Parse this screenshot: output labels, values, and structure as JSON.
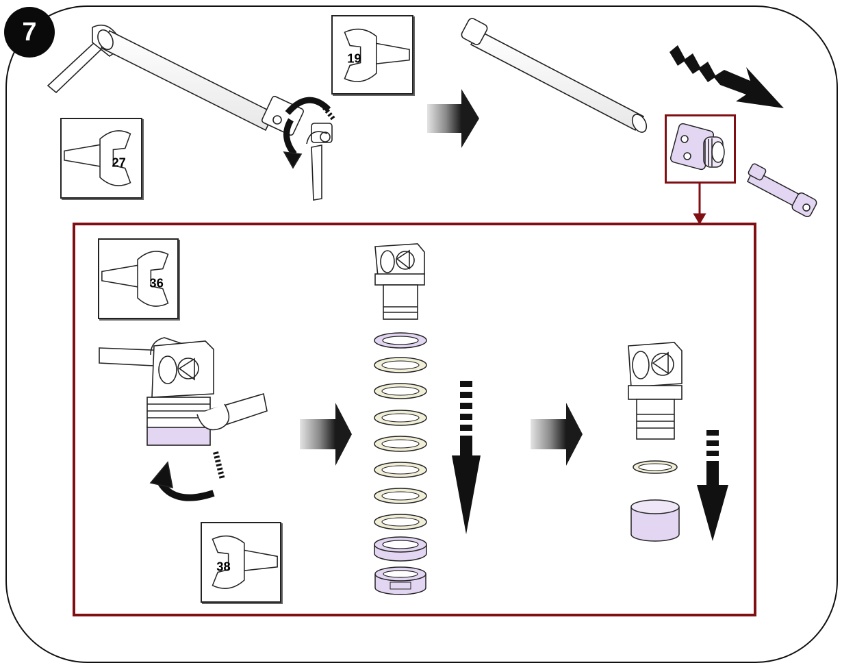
{
  "step_number": "7",
  "wrench_sizes": {
    "top_left": "27",
    "top_center": "19",
    "panel_upper": "36",
    "panel_lower": "38"
  },
  "colors": {
    "frame_border": "#111111",
    "panel_border": "#7f0f12",
    "lilac_part": "#e3d6f2",
    "spring_washer": "#f2efd8",
    "arrow_dark": "#111111"
  },
  "icons": [
    "wrench-icon",
    "process-arrow-icon",
    "dashed-down-arrow-icon",
    "rotation-arrow-icon"
  ]
}
